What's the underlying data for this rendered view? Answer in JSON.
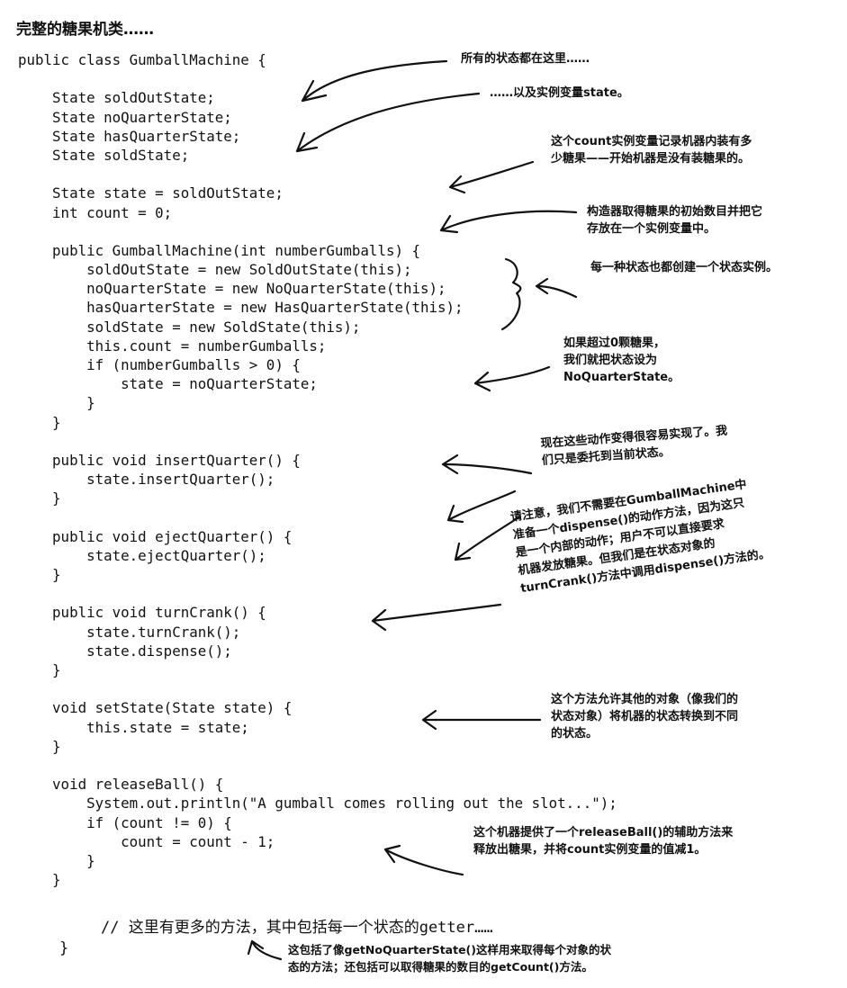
{
  "title": "完整的糖果机类……",
  "code_lines": [
    "public class GumballMachine {",
    "",
    "    State soldOutState;",
    "    State noQuarterState;",
    "    State hasQuarterState;",
    "    State soldState;",
    "",
    "    State state = soldOutState;",
    "    int count = 0;",
    "",
    "    public GumballMachine(int numberGumballs) {",
    "        soldOutState = new SoldOutState(this);",
    "        noQuarterState = new NoQuarterState(this);",
    "        hasQuarterState = new HasQuarterState(this);",
    "        soldState = new SoldState(this);",
    "        this.count = numberGumballs;",
    "        if (numberGumballs > 0) {",
    "            state = noQuarterState;",
    "        }",
    "    }",
    "",
    "    public void insertQuarter() {",
    "        state.insertQuarter();",
    "    }",
    "",
    "    public void ejectQuarter() {",
    "        state.ejectQuarter();",
    "    }",
    "",
    "    public void turnCrank() {",
    "        state.turnCrank();",
    "        state.dispense();",
    "    }",
    "",
    "    void setState(State state) {",
    "        this.state = state;",
    "    }",
    "",
    "    void releaseBall() {",
    "        System.out.println(\"A gumball comes rolling out the slot...\");",
    "        if (count != 0) {",
    "            count = count - 1;",
    "        }",
    "    }"
  ],
  "comment": "// 这里有更多的方法，其中包括每一个状态的getter……",
  "closing_brace": "}",
  "notes": {
    "all_states": [
      "所有的状态都在这里……"
    ],
    "state_var": [
      "……以及实例变量state。"
    ],
    "count_var": [
      "这个count实例变量记录机器内装有多",
      "少糖果——开始机器是没有装糖果的。"
    ],
    "constructor": [
      "构造器取得糖果的初始数目并把它",
      "存放在一个实例变量中。"
    ],
    "each_state": [
      "每一种状态也都创建一个状态实例。"
    ],
    "over_zero": [
      "如果超过0颗糖果，",
      "我们就把状态设为",
      "NoQuarterState。"
    ],
    "delegate": [
      "现在这些动作变得很容易实现了。我",
      "们只是委托到当前状态。"
    ],
    "dispense": [
      "请注意，我们不需要在GumballMachine中",
      "准备一个dispense()的动作方法，因为这只",
      "是一个内部的动作；用户不可以直接要求",
      "机器发放糖果。但我们是在状态对象的",
      "turnCrank()方法中调用dispense()方法的。"
    ],
    "set_state": [
      "这个方法允许其他的对象（像我们的",
      "状态对象）将机器的状态转换到不同",
      "的状态。"
    ],
    "release_ball": [
      "这个机器提供了一个releaseBall()的辅助方法来",
      "释放出糖果，并将count实例变量的值减1。"
    ],
    "getters": [
      "这包括了像getNoQuarterState()这样用来取得每个对象的状",
      "态的方法；还包括可以取得糖果的数目的getCount()方法。"
    ]
  }
}
